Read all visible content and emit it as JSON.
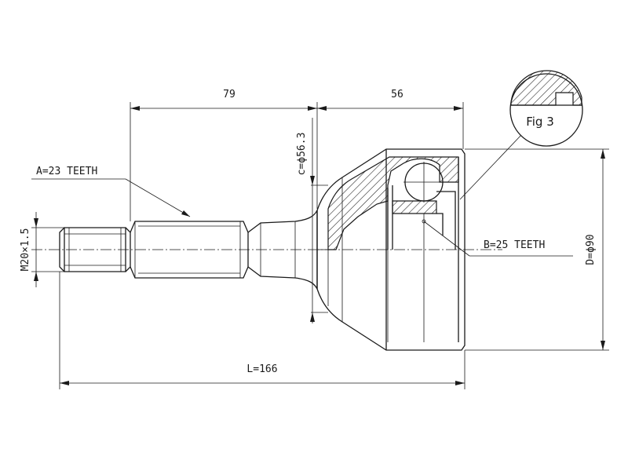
{
  "drawing": {
    "figure_label": "Fig 3",
    "dimensions": {
      "shaft_length": "79",
      "joint_length": "56",
      "total_length": "L=166",
      "outer_diameter": "D=ϕ90",
      "collar_diameter": "c=ϕ56.3",
      "thread": "M20×1.5"
    },
    "callouts": {
      "spline_a": "A=23 TEETH",
      "spline_b": "B=25 TEETH"
    }
  }
}
